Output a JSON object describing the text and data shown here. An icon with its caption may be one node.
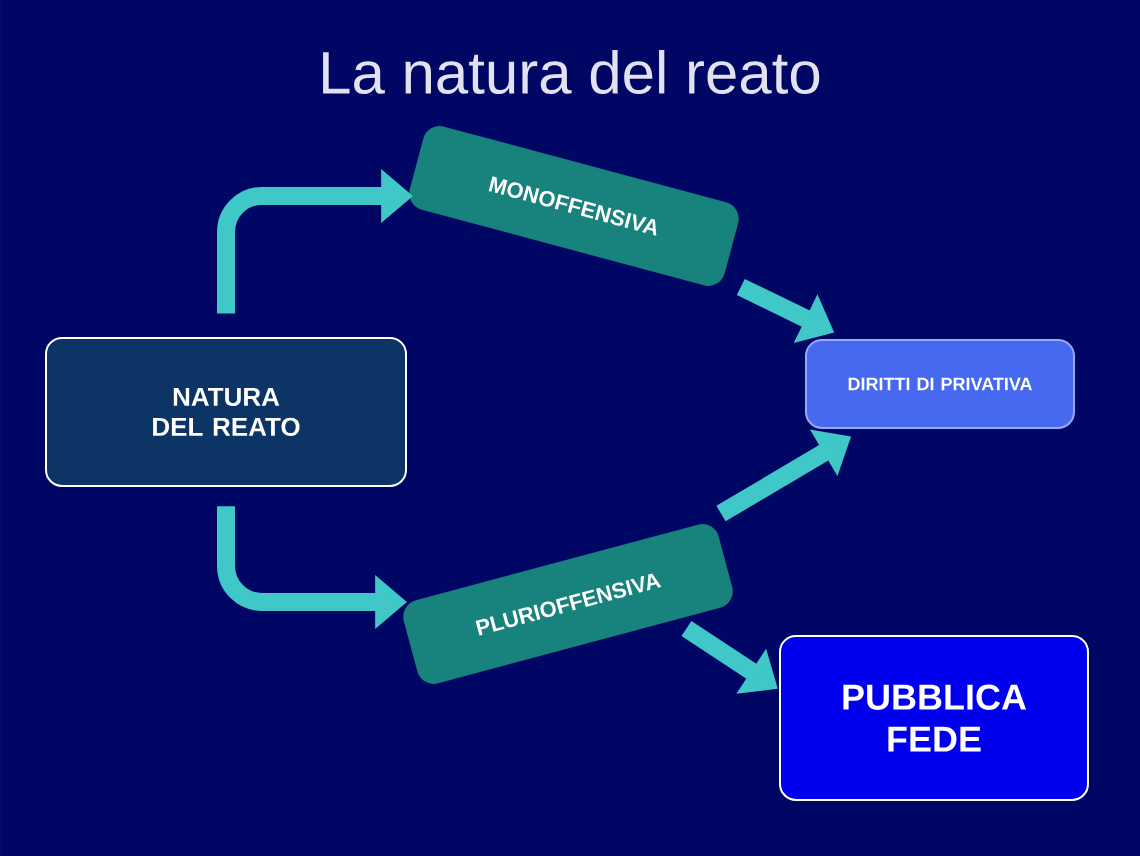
{
  "diagram": {
    "title": "La natura del reato",
    "nodes": [
      {
        "text": [
          "NATURA DEL REATO"
        ]
      },
      {
        "text": [
          "MONOFFENSIVA"
        ]
      },
      {
        "text": [
          "PLURIOFFENSIVA"
        ]
      },
      {
        "text": [
          "DIRITTI DI PRIVATIVA"
        ]
      },
      {
        "text": [
          "PUBBLICA FEDE"
        ]
      }
    ],
    "edges": [
      {
        "from": 0,
        "to": 1,
        "arrow": "to"
      },
      {
        "from": 0,
        "to": 2,
        "arrow": "to"
      },
      {
        "from": 1,
        "to": 3,
        "arrow": "to"
      },
      {
        "from": 2,
        "to": 3,
        "arrow": "to"
      },
      {
        "from": 2,
        "to": 4,
        "arrow": "to"
      }
    ]
  }
}
